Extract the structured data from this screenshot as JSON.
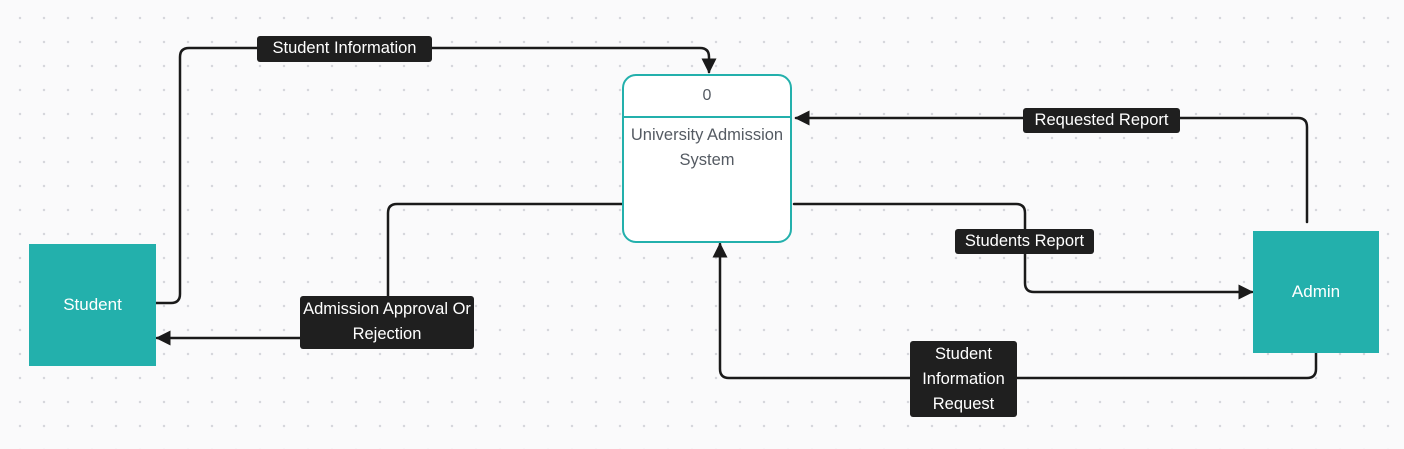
{
  "entities": {
    "student": "Student",
    "admin": "Admin"
  },
  "process": {
    "id": "0",
    "name": "University Admission System"
  },
  "flows": {
    "student_information": "Student Information",
    "requested_report": "Requested Report",
    "students_report": "Students Report",
    "admission_decision": "Admission Approval Or Rejection",
    "student_information_request": "Student Information Request"
  },
  "colors": {
    "entity_fill": "#23b0ac",
    "process_border": "#23b0ac",
    "label_bg": "#1f1f1f",
    "connector": "#1a1a1a"
  }
}
